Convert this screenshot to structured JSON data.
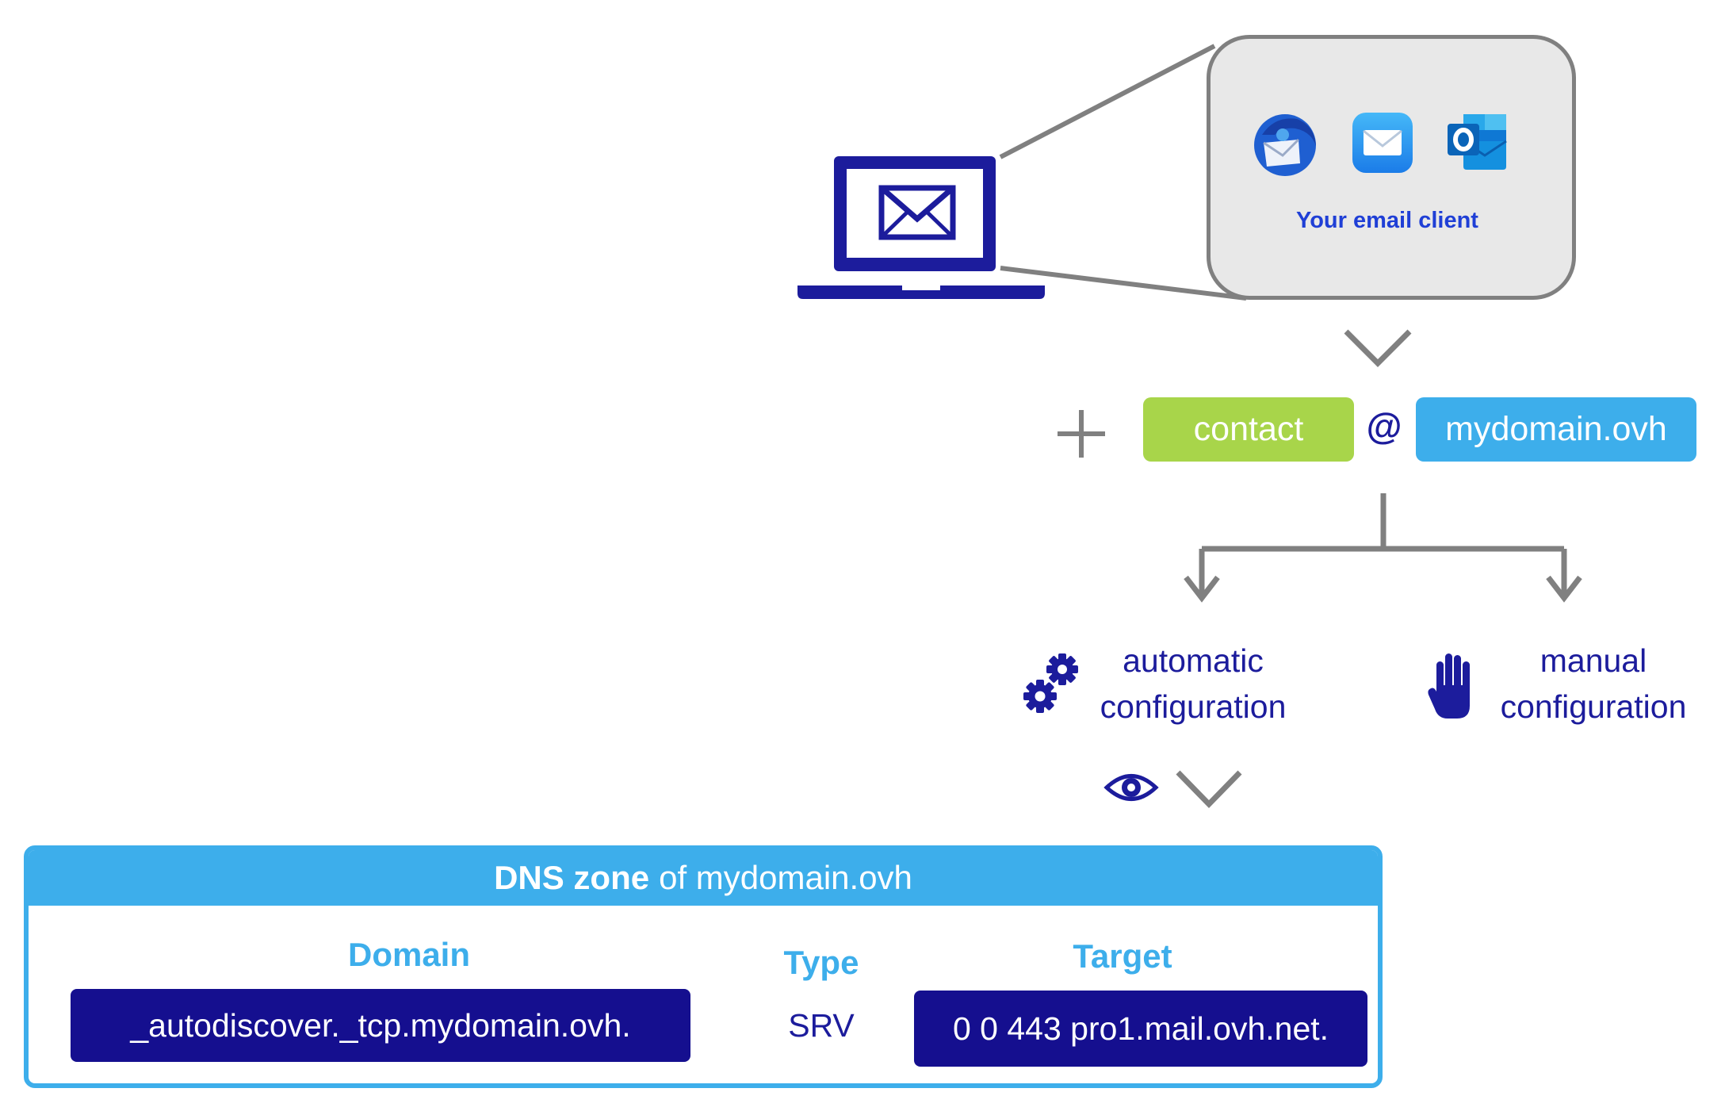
{
  "email_client": {
    "caption": "Your email client",
    "apps": [
      "thunderbird-icon",
      "apple-mail-icon",
      "outlook-icon"
    ]
  },
  "address": {
    "plus_symbol": "+",
    "local_part": "contact",
    "at_symbol": "@",
    "domain": "mydomain.ovh"
  },
  "configuration": {
    "automatic": [
      "automatic",
      "configuration"
    ],
    "manual": [
      "manual",
      "configuration"
    ]
  },
  "dns_zone": {
    "title_bold": "DNS zone",
    "title_rest": "of mydomain.ovh",
    "columns": {
      "domain": "Domain",
      "type": "Type",
      "target": "Target"
    },
    "record": {
      "domain": "_autodiscover._tcp.mydomain.ovh.",
      "type": "SRV",
      "target": "0 0 443 pro1.mail.ovh.net."
    }
  },
  "colors": {
    "navy": "#1c1c9c",
    "dark_navy": "#150f8f",
    "accent_blue": "#3daeeb",
    "green": "#a8d54a",
    "grey_line": "#808080",
    "panel_bg": "#e8e8e8"
  }
}
